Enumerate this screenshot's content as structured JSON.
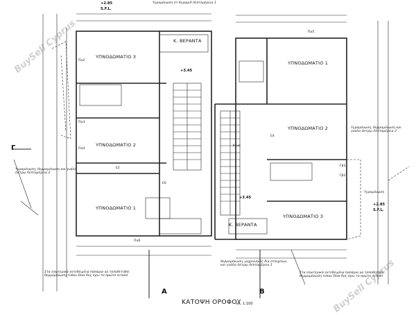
{
  "title": "ΚΑΤΟΨΗ ΟΡΟΦΟΥ",
  "scale": "κλ. 1:100",
  "watermarks": [
    "BuySell Cyprus",
    "BuySell Cyprus"
  ],
  "sections": {
    "left": "A",
    "right": "B",
    "gamma": "Γ"
  },
  "rooms": {
    "bed3_left": "ΥΠΝΟΔΩΜΑΤΙΟ 3",
    "bed2_left": "ΥΠΝΟΔΩΜΑΤΙΟ 2",
    "bed1_left": "ΥΠΝΟΔΩΜΑΤΙΟ 1",
    "veranda_left": "Κ. ΒΕΡΑΝΤΑ",
    "bed1_right": "ΥΠΝΟΔΩΜΑΤΙΟ 1",
    "bed2_right": "ΥΠΝΟΔΩΜΑΤΙΟ 2",
    "bed3_right": "ΥΠΝΟΔΩΜΑΤΙΟ 3",
    "veranda_right": "Κ. ΒΕΡΑΝΤΑ"
  },
  "levels": {
    "top_left": "+2.85",
    "top_left_sfl": "S.F.L.",
    "mid_left": "+3.45",
    "mid_right": "+3.45",
    "right": "+2.85",
    "right_sfl": "S.F.L."
  },
  "tags": {
    "pa2": "Πα2",
    "pa3": "Πα3",
    "pa4": "Πα4",
    "pa5": "Πα5",
    "pa6": "Πα6",
    "e2": "Ε2",
    "e4": "Ε4",
    "e6": "Ε6",
    "gb": "Γβ3",
    "gb2": "Γβ2"
  },
  "notes": {
    "heater_top": "Υγρομόνωση στ Κεραμιδ Λεπτομέρεια 1",
    "heater_left": "Υγρομόνωση, θερμομόνωση και γυάλα όστρω Λεπτομέρεια 2",
    "heater_right": "Υγρομόνωση, θερμομόνωση και γυάλα όστρω Λεπτομέρεια 2",
    "heater_bottom": "θερμομόνωση, μηχανισμός δια στοιχείων, και γυάλα όστρω Λεπτομέρεια 1",
    "left_note": "Στα εσωτερικά εκτεθειμένα παπάρια να τοποθετηθεί θερμομόνωση τύπου Dow δος πριν το πρώτο screed",
    "right_note": "Στα εσωτερικά εκτεθειμένα παπάρια να τοποθετηθεί θερμομόνωση τύπου Dow δος πριν το πρώτο screed",
    "right_edge": "Υγρομόνωση",
    "stairs": "Κενό"
  }
}
